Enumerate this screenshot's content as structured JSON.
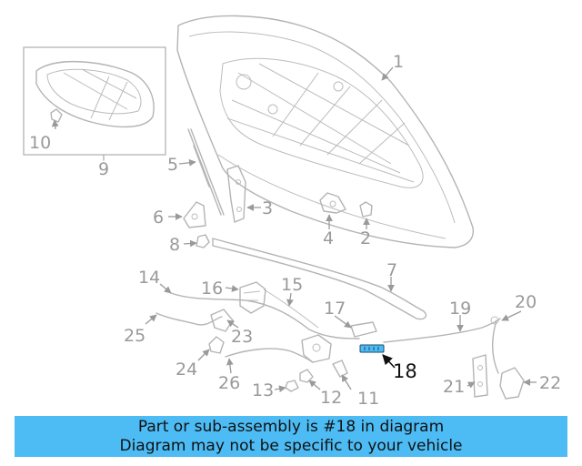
{
  "callouts": {
    "c1": "1",
    "c2": "2",
    "c3": "3",
    "c4": "4",
    "c5": "5",
    "c6": "6",
    "c7": "7",
    "c8": "8",
    "c9": "9",
    "c10": "10",
    "c11": "11",
    "c12": "12",
    "c13": "13",
    "c14": "14",
    "c15": "15",
    "c16": "16",
    "c17": "17",
    "c18": "18",
    "c19": "19",
    "c20": "20",
    "c21": "21",
    "c22": "22",
    "c23": "23",
    "c24": "24",
    "c25": "25",
    "c26": "26"
  },
  "highlight": {
    "part": "18",
    "color": "#4dbcf5"
  },
  "banner": {
    "line1": "Part or sub-assembly is #18 in diagram",
    "line2": "Diagram may not be specific to your vehicle",
    "color": "#4dbcf5"
  }
}
